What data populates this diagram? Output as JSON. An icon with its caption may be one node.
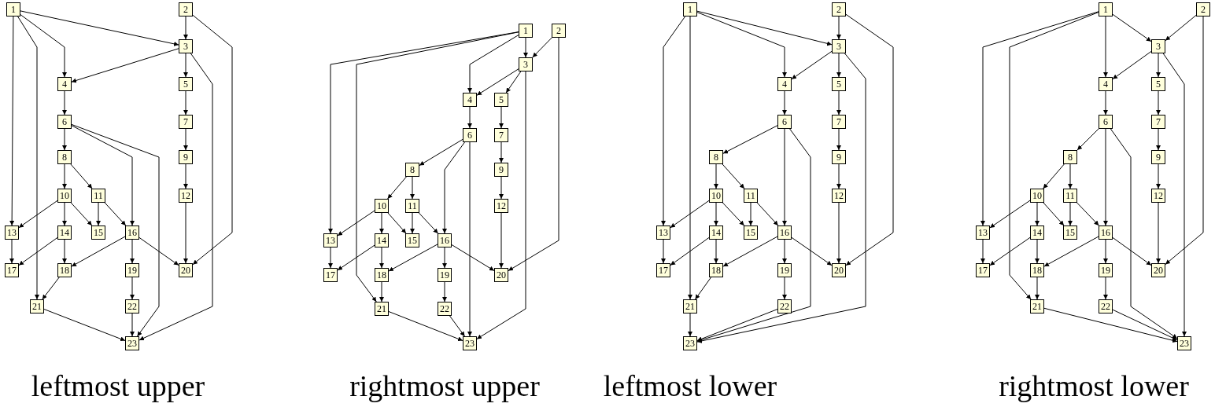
{
  "diagram": {
    "nodes": [
      {
        "text": [
          "1"
        ]
      },
      {
        "text": [
          "2"
        ]
      },
      {
        "text": [
          "3"
        ]
      },
      {
        "text": [
          "4"
        ]
      },
      {
        "text": [
          "5"
        ]
      },
      {
        "text": [
          "6"
        ]
      },
      {
        "text": [
          "7"
        ]
      },
      {
        "text": [
          "8"
        ]
      },
      {
        "text": [
          "9"
        ]
      },
      {
        "text": [
          "10"
        ]
      },
      {
        "text": [
          "11"
        ]
      },
      {
        "text": [
          "12"
        ]
      },
      {
        "text": [
          "13"
        ]
      },
      {
        "text": [
          "14"
        ]
      },
      {
        "text": [
          "15"
        ]
      },
      {
        "text": [
          "16"
        ]
      },
      {
        "text": [
          "17"
        ]
      },
      {
        "text": [
          "18"
        ]
      },
      {
        "text": [
          "19"
        ]
      },
      {
        "text": [
          "20"
        ]
      },
      {
        "text": [
          "21"
        ]
      },
      {
        "text": [
          "22"
        ]
      },
      {
        "text": [
          "23"
        ]
      },
      {
        "text": [
          "1"
        ]
      },
      {
        "text": [
          "2"
        ]
      },
      {
        "text": [
          "3"
        ]
      },
      {
        "text": [
          "4"
        ]
      },
      {
        "text": [
          "5"
        ]
      },
      {
        "text": [
          "6"
        ]
      },
      {
        "text": [
          "7"
        ]
      },
      {
        "text": [
          "8"
        ]
      },
      {
        "text": [
          "9"
        ]
      },
      {
        "text": [
          "10"
        ]
      },
      {
        "text": [
          "11"
        ]
      },
      {
        "text": [
          "12"
        ]
      },
      {
        "text": [
          "13"
        ]
      },
      {
        "text": [
          "14"
        ]
      },
      {
        "text": [
          "15"
        ]
      },
      {
        "text": [
          "16"
        ]
      },
      {
        "text": [
          "17"
        ]
      },
      {
        "text": [
          "18"
        ]
      },
      {
        "text": [
          "19"
        ]
      },
      {
        "text": [
          "20"
        ]
      },
      {
        "text": [
          "21"
        ]
      },
      {
        "text": [
          "22"
        ]
      },
      {
        "text": [
          "23"
        ]
      },
      {
        "text": [
          "1"
        ]
      },
      {
        "text": [
          "2"
        ]
      },
      {
        "text": [
          "3"
        ]
      },
      {
        "text": [
          "4"
        ]
      },
      {
        "text": [
          "5"
        ]
      },
      {
        "text": [
          "6"
        ]
      },
      {
        "text": [
          "7"
        ]
      },
      {
        "text": [
          "8"
        ]
      },
      {
        "text": [
          "9"
        ]
      },
      {
        "text": [
          "10"
        ]
      },
      {
        "text": [
          "11"
        ]
      },
      {
        "text": [
          "12"
        ]
      },
      {
        "text": [
          "13"
        ]
      },
      {
        "text": [
          "14"
        ]
      },
      {
        "text": [
          "15"
        ]
      },
      {
        "text": [
          "16"
        ]
      },
      {
        "text": [
          "17"
        ]
      },
      {
        "text": [
          "18"
        ]
      },
      {
        "text": [
          "19"
        ]
      },
      {
        "text": [
          "20"
        ]
      },
      {
        "text": [
          "21"
        ]
      },
      {
        "text": [
          "22"
        ]
      },
      {
        "text": [
          "23"
        ]
      },
      {
        "text": [
          "1"
        ]
      },
      {
        "text": [
          "2"
        ]
      },
      {
        "text": [
          "3"
        ]
      },
      {
        "text": [
          "4"
        ]
      },
      {
        "text": [
          "5"
        ]
      },
      {
        "text": [
          "6"
        ]
      },
      {
        "text": [
          "7"
        ]
      },
      {
        "text": [
          "8"
        ]
      },
      {
        "text": [
          "9"
        ]
      },
      {
        "text": [
          "10"
        ]
      },
      {
        "text": [
          "11"
        ]
      },
      {
        "text": [
          "12"
        ]
      },
      {
        "text": [
          "13"
        ]
      },
      {
        "text": [
          "14"
        ]
      },
      {
        "text": [
          "15"
        ]
      },
      {
        "text": [
          "16"
        ]
      },
      {
        "text": [
          "17"
        ]
      },
      {
        "text": [
          "18"
        ]
      },
      {
        "text": [
          "19"
        ]
      },
      {
        "text": [
          "20"
        ]
      },
      {
        "text": [
          "21"
        ]
      },
      {
        "text": [
          "22"
        ]
      },
      {
        "text": [
          "23"
        ]
      }
    ],
    "edges": [
      {
        "from": 0,
        "to": 2,
        "arrow": "to"
      },
      {
        "from": 0,
        "to": 3,
        "arrow": "to"
      },
      {
        "from": 0,
        "to": 12,
        "arrow": "to"
      },
      {
        "from": 0,
        "to": 20,
        "arrow": "to"
      },
      {
        "from": 1,
        "to": 2,
        "arrow": "to"
      },
      {
        "from": 1,
        "to": 19,
        "arrow": "to"
      },
      {
        "from": 2,
        "to": 3,
        "arrow": "to"
      },
      {
        "from": 2,
        "to": 4,
        "arrow": "to"
      },
      {
        "from": 2,
        "to": 22,
        "arrow": "to"
      },
      {
        "from": 3,
        "to": 5,
        "arrow": "to"
      },
      {
        "from": 4,
        "to": 6,
        "arrow": "to"
      },
      {
        "from": 5,
        "to": 7,
        "arrow": "to"
      },
      {
        "from": 5,
        "to": 15,
        "arrow": "to"
      },
      {
        "from": 5,
        "to": 22,
        "arrow": "to"
      },
      {
        "from": 6,
        "to": 8,
        "arrow": "to"
      },
      {
        "from": 7,
        "to": 9,
        "arrow": "to"
      },
      {
        "from": 7,
        "to": 10,
        "arrow": "to"
      },
      {
        "from": 8,
        "to": 11,
        "arrow": "to"
      },
      {
        "from": 9,
        "to": 12,
        "arrow": "to"
      },
      {
        "from": 9,
        "to": 13,
        "arrow": "to"
      },
      {
        "from": 9,
        "to": 14,
        "arrow": "to"
      },
      {
        "from": 10,
        "to": 14,
        "arrow": "to"
      },
      {
        "from": 10,
        "to": 15,
        "arrow": "to"
      },
      {
        "from": 11,
        "to": 19,
        "arrow": "to"
      },
      {
        "from": 12,
        "to": 16,
        "arrow": "to"
      },
      {
        "from": 13,
        "to": 16,
        "arrow": "to"
      },
      {
        "from": 13,
        "to": 17,
        "arrow": "to"
      },
      {
        "from": 15,
        "to": 17,
        "arrow": "to"
      },
      {
        "from": 15,
        "to": 18,
        "arrow": "to"
      },
      {
        "from": 15,
        "to": 19,
        "arrow": "to"
      },
      {
        "from": 17,
        "to": 20,
        "arrow": "to"
      },
      {
        "from": 18,
        "to": 21,
        "arrow": "to"
      },
      {
        "from": 20,
        "to": 22,
        "arrow": "to"
      },
      {
        "from": 21,
        "to": 22,
        "arrow": "to"
      },
      {
        "from": 23,
        "to": 25,
        "arrow": "to"
      },
      {
        "from": 23,
        "to": 26,
        "arrow": "to"
      },
      {
        "from": 23,
        "to": 35,
        "arrow": "to"
      },
      {
        "from": 23,
        "to": 43,
        "arrow": "to"
      },
      {
        "from": 24,
        "to": 25,
        "arrow": "to"
      },
      {
        "from": 24,
        "to": 42,
        "arrow": "to"
      },
      {
        "from": 25,
        "to": 26,
        "arrow": "to"
      },
      {
        "from": 25,
        "to": 27,
        "arrow": "to"
      },
      {
        "from": 25,
        "to": 45,
        "arrow": "to"
      },
      {
        "from": 26,
        "to": 28,
        "arrow": "to"
      },
      {
        "from": 27,
        "to": 29,
        "arrow": "to"
      },
      {
        "from": 28,
        "to": 30,
        "arrow": "to"
      },
      {
        "from": 28,
        "to": 38,
        "arrow": "to"
      },
      {
        "from": 28,
        "to": 45,
        "arrow": "to"
      },
      {
        "from": 29,
        "to": 31,
        "arrow": "to"
      },
      {
        "from": 30,
        "to": 32,
        "arrow": "to"
      },
      {
        "from": 30,
        "to": 33,
        "arrow": "to"
      },
      {
        "from": 31,
        "to": 34,
        "arrow": "to"
      },
      {
        "from": 32,
        "to": 35,
        "arrow": "to"
      },
      {
        "from": 32,
        "to": 36,
        "arrow": "to"
      },
      {
        "from": 32,
        "to": 37,
        "arrow": "to"
      },
      {
        "from": 33,
        "to": 37,
        "arrow": "to"
      },
      {
        "from": 33,
        "to": 38,
        "arrow": "to"
      },
      {
        "from": 34,
        "to": 42,
        "arrow": "to"
      },
      {
        "from": 35,
        "to": 39,
        "arrow": "to"
      },
      {
        "from": 36,
        "to": 39,
        "arrow": "to"
      },
      {
        "from": 36,
        "to": 40,
        "arrow": "to"
      },
      {
        "from": 38,
        "to": 40,
        "arrow": "to"
      },
      {
        "from": 38,
        "to": 41,
        "arrow": "to"
      },
      {
        "from": 38,
        "to": 42,
        "arrow": "to"
      },
      {
        "from": 40,
        "to": 43,
        "arrow": "to"
      },
      {
        "from": 41,
        "to": 44,
        "arrow": "to"
      },
      {
        "from": 43,
        "to": 45,
        "arrow": "to"
      },
      {
        "from": 44,
        "to": 45,
        "arrow": "to"
      },
      {
        "from": 46,
        "to": 48,
        "arrow": "to"
      },
      {
        "from": 46,
        "to": 49,
        "arrow": "to"
      },
      {
        "from": 46,
        "to": 58,
        "arrow": "to"
      },
      {
        "from": 46,
        "to": 66,
        "arrow": "to"
      },
      {
        "from": 47,
        "to": 48,
        "arrow": "to"
      },
      {
        "from": 47,
        "to": 65,
        "arrow": "to"
      },
      {
        "from": 48,
        "to": 49,
        "arrow": "to"
      },
      {
        "from": 48,
        "to": 50,
        "arrow": "to"
      },
      {
        "from": 48,
        "to": 68,
        "arrow": "to"
      },
      {
        "from": 49,
        "to": 51,
        "arrow": "to"
      },
      {
        "from": 50,
        "to": 52,
        "arrow": "to"
      },
      {
        "from": 51,
        "to": 53,
        "arrow": "to"
      },
      {
        "from": 51,
        "to": 61,
        "arrow": "to"
      },
      {
        "from": 51,
        "to": 68,
        "arrow": "to"
      },
      {
        "from": 52,
        "to": 54,
        "arrow": "to"
      },
      {
        "from": 53,
        "to": 55,
        "arrow": "to"
      },
      {
        "from": 53,
        "to": 56,
        "arrow": "to"
      },
      {
        "from": 54,
        "to": 57,
        "arrow": "to"
      },
      {
        "from": 55,
        "to": 58,
        "arrow": "to"
      },
      {
        "from": 55,
        "to": 59,
        "arrow": "to"
      },
      {
        "from": 55,
        "to": 60,
        "arrow": "to"
      },
      {
        "from": 56,
        "to": 60,
        "arrow": "to"
      },
      {
        "from": 56,
        "to": 61,
        "arrow": "to"
      },
      {
        "from": 57,
        "to": 65,
        "arrow": "to"
      },
      {
        "from": 58,
        "to": 62,
        "arrow": "to"
      },
      {
        "from": 59,
        "to": 62,
        "arrow": "to"
      },
      {
        "from": 59,
        "to": 63,
        "arrow": "to"
      },
      {
        "from": 61,
        "to": 63,
        "arrow": "to"
      },
      {
        "from": 61,
        "to": 64,
        "arrow": "to"
      },
      {
        "from": 61,
        "to": 65,
        "arrow": "to"
      },
      {
        "from": 63,
        "to": 66,
        "arrow": "to"
      },
      {
        "from": 64,
        "to": 67,
        "arrow": "to"
      },
      {
        "from": 66,
        "to": 68,
        "arrow": "to"
      },
      {
        "from": 67,
        "to": 68,
        "arrow": "to"
      },
      {
        "from": 69,
        "to": 71,
        "arrow": "to"
      },
      {
        "from": 69,
        "to": 72,
        "arrow": "to"
      },
      {
        "from": 69,
        "to": 81,
        "arrow": "to"
      },
      {
        "from": 69,
        "to": 89,
        "arrow": "to"
      },
      {
        "from": 70,
        "to": 71,
        "arrow": "to"
      },
      {
        "from": 70,
        "to": 88,
        "arrow": "to"
      },
      {
        "from": 71,
        "to": 72,
        "arrow": "to"
      },
      {
        "from": 71,
        "to": 73,
        "arrow": "to"
      },
      {
        "from": 71,
        "to": 91,
        "arrow": "to"
      },
      {
        "from": 72,
        "to": 74,
        "arrow": "to"
      },
      {
        "from": 73,
        "to": 75,
        "arrow": "to"
      },
      {
        "from": 74,
        "to": 76,
        "arrow": "to"
      },
      {
        "from": 74,
        "to": 84,
        "arrow": "to"
      },
      {
        "from": 74,
        "to": 91,
        "arrow": "to"
      },
      {
        "from": 75,
        "to": 77,
        "arrow": "to"
      },
      {
        "from": 76,
        "to": 78,
        "arrow": "to"
      },
      {
        "from": 76,
        "to": 79,
        "arrow": "to"
      },
      {
        "from": 77,
        "to": 80,
        "arrow": "to"
      },
      {
        "from": 78,
        "to": 81,
        "arrow": "to"
      },
      {
        "from": 78,
        "to": 82,
        "arrow": "to"
      },
      {
        "from": 78,
        "to": 83,
        "arrow": "to"
      },
      {
        "from": 79,
        "to": 83,
        "arrow": "to"
      },
      {
        "from": 79,
        "to": 84,
        "arrow": "to"
      },
      {
        "from": 80,
        "to": 88,
        "arrow": "to"
      },
      {
        "from": 81,
        "to": 85,
        "arrow": "to"
      },
      {
        "from": 82,
        "to": 85,
        "arrow": "to"
      },
      {
        "from": 82,
        "to": 86,
        "arrow": "to"
      },
      {
        "from": 84,
        "to": 86,
        "arrow": "to"
      },
      {
        "from": 84,
        "to": 87,
        "arrow": "to"
      },
      {
        "from": 84,
        "to": 88,
        "arrow": "to"
      },
      {
        "from": 86,
        "to": 89,
        "arrow": "to"
      },
      {
        "from": 87,
        "to": 90,
        "arrow": "to"
      },
      {
        "from": 89,
        "to": 91,
        "arrow": "to"
      },
      {
        "from": 90,
        "to": 91,
        "arrow": "to"
      }
    ],
    "labels": [
      "leftmost upper",
      "rightmost upper",
      "leftmost lower",
      "rightmost lower"
    ]
  }
}
